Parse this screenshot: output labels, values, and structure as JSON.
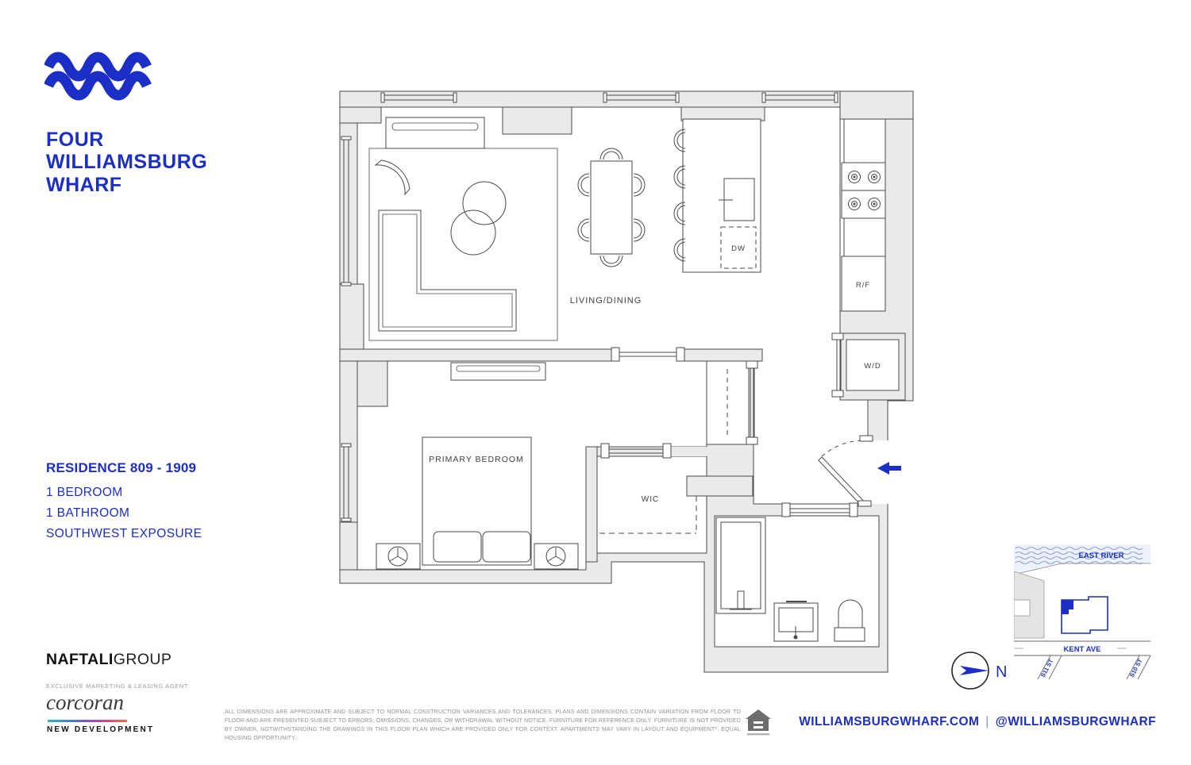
{
  "brand": {
    "line1": "FOUR",
    "line2": "WILLIAMSBURG",
    "line3": "WHARF"
  },
  "residence": {
    "title": "RESIDENCE 809 - 1909",
    "features": [
      "1 BEDROOM",
      "1 BATHROOM",
      "SOUTHWEST EXPOSURE"
    ]
  },
  "plan": {
    "living_dining": "LIVING/DINING",
    "primary_bedroom": "PRIMARY BEDROOM",
    "wic": "WIC",
    "dw": "DW",
    "rf": "R/F",
    "wd": "W/D"
  },
  "map": {
    "water": "EAST RIVER",
    "avenue": "KENT AVE",
    "street_left": "S11 ST",
    "street_right": "S10 ST",
    "compass": "N"
  },
  "agents": {
    "developer_bold": "NAFTALI",
    "developer_light": "GROUP",
    "agent_line": "EXCLUSIVE MARKETING & LEASING AGENT:",
    "brokerage": "corcoran",
    "division": "NEW DEVELOPMENT"
  },
  "footer": {
    "website": "WILLIAMSBURGWHARF.COM",
    "separator": "|",
    "social": "@WILLIAMSBURGWHARF",
    "disclaimer": "ALL DIMENSIONS ARE APPROXIMATE AND SUBJECT TO NORMAL CONSTRUCTION VARIANCES AND TOLERANCES. PLANS AND DIMENSIONS CONTAIN VARIATION FROM FLOOR TO FLOOR AND ARE PRESENTED SUBJECT TO ERRORS, OMISSIONS, CHANGES, OR WITHDRAWAL WITHOUT NOTICE. FURNITURE FOR REFERENCE ONLY. FURNITURE IS NOT PROVIDED BY OWNER, NOTWITHSTANDING THE DRAWINGS IN THIS FLOOR PLAN WHICH ARE PROVIDED ONLY FOR CONTEXT.  APARTMENTS MAY VARY IN LAYOUT AND EQUIPMENT*. EQUAL HOUSING OPPORTUNITY."
  },
  "colors": {
    "brand_blue": "#1b2ec6",
    "wall_gray": "#eaeaea",
    "line_gray": "#4a4a4a"
  }
}
